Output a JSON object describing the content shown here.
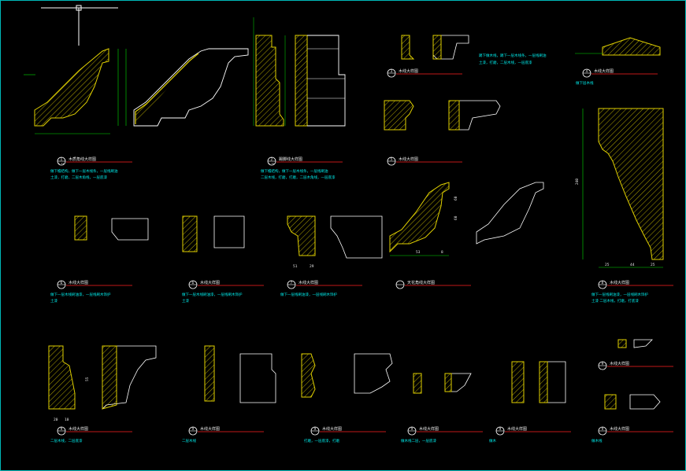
{
  "drawing": {
    "background": "#000000",
    "frame_color": "#00b8b8",
    "profile_color": "#e0d000",
    "outline_color": "#ffffff",
    "dimension_color": "#00e000",
    "callout_color": "#ff2020",
    "note_color": "#00e8e8"
  },
  "details": [
    {
      "id": "d1",
      "tag_number": "1",
      "tag_sub": "1-11",
      "title": "木质角线大样图",
      "note_line1": "做下檐结构，做下一层木线条，一层线刷油",
      "note_line2": "土漆，打磨，二层木角线，一层底漆"
    },
    {
      "id": "d2",
      "tag_number": "2",
      "tag_sub": "1-11",
      "title": "踢脚线大样图",
      "note_line1": "做下檐结构，做下一层木线条，一层线刷油",
      "note_line2": "二层木线，打磨，打磨，二层木角线，一层底漆"
    },
    {
      "id": "d3",
      "tag_number": "3",
      "tag_sub": "",
      "title": "木线大样图",
      "note_line1": "",
      "note_line2": ""
    },
    {
      "id": "d4",
      "tag_number": "4",
      "tag_sub": "",
      "title": "木线大样图",
      "note_line1": "做下层木线",
      "note_line2": ""
    },
    {
      "id": "d5",
      "tag_number": "5",
      "tag_sub": "",
      "title": "木线大样图",
      "note_line1": "",
      "note_line2": ""
    },
    {
      "id": "d6",
      "tag_number": "6",
      "tag_sub": "",
      "title": "木线大样图",
      "note_line1": "做下一层木线刷油漆，一层线刷木饰护",
      "note_line2": "土漆"
    },
    {
      "id": "d7",
      "tag_number": "6",
      "tag_sub": "",
      "title": "木线大样图",
      "note_line1": "做下一层木线刷油漆，一层线刷木饰护",
      "note_line2": "土漆"
    },
    {
      "id": "d8",
      "tag_number": "7",
      "tag_sub": "",
      "title": "木线大样图",
      "note_line1": "做下一层线刷油漆，一层线刷木饰护",
      "note_line2": ""
    },
    {
      "id": "d9",
      "tag_number": "",
      "tag_sub": "",
      "title": "天花角线大样图",
      "note_line1": "",
      "note_line2": ""
    },
    {
      "id": "d10",
      "tag_number": "8",
      "tag_sub": "",
      "title": "木线大样图",
      "note_line1": "做下一层线刷油漆，一层线刷木饰护",
      "note_line2": "土漆        二层木线，打磨，打底漆"
    },
    {
      "id": "d11",
      "tag_number": "9",
      "tag_sub": "",
      "title": "木线大样图",
      "note_line1": "二层木线，二层底漆",
      "note_line2": ""
    },
    {
      "id": "d12",
      "tag_number": "9",
      "tag_sub": "",
      "title": "木线大样图",
      "note_line1": "二层木线",
      "note_line2": ""
    },
    {
      "id": "d13",
      "tag_number": "9",
      "tag_sub": "",
      "title": "木线大样图",
      "note_line1": "打磨，一层底漆，打磨",
      "note_line2": ""
    },
    {
      "id": "d14",
      "tag_number": "9",
      "tag_sub": "",
      "title": "木线大样图",
      "note_line1": "做木线二层，一层底漆",
      "note_line2": ""
    },
    {
      "id": "d15",
      "tag_number": "9",
      "tag_sub": "",
      "title": "木线大样图",
      "note_line1": "做木",
      "note_line2": ""
    },
    {
      "id": "d16",
      "tag_number": "9",
      "tag_sub": "",
      "title": "木线大样图",
      "note_line1": "",
      "note_line2": ""
    },
    {
      "id": "d17",
      "tag_number": "9",
      "tag_sub": "",
      "title": "木线大样图",
      "note_line1": "做木线",
      "note_line2": ""
    }
  ],
  "top_right_notes": {
    "line1": "踢下做木线，踢下一层木线条，一层线刷油",
    "line2": "土漆，打磨，二层木线，一层底漆"
  },
  "dimensions": {
    "big_cornice_height": "240",
    "big_cornice_width1": "25",
    "big_cornice_width2": "44",
    "big_cornice_width3": "25",
    "cornice2_height1": "60",
    "cornice2_height2": "60",
    "cornice2_w1": "53",
    "cornice2_w2": "8",
    "small_w": "51",
    "small_w2": "29",
    "misc1": "20",
    "misc2": "10",
    "misc3": "55"
  }
}
